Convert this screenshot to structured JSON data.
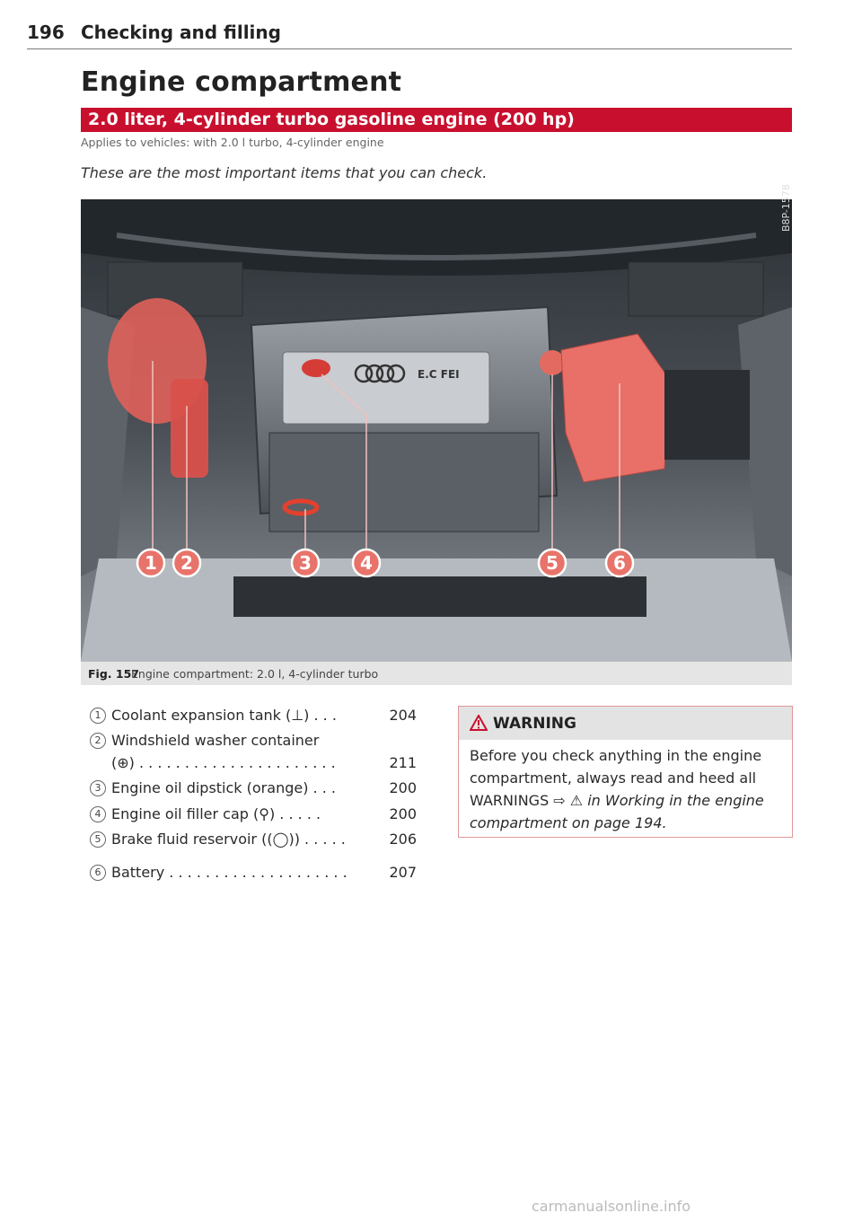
{
  "header": {
    "page_number": "196",
    "section_title": "Checking and filling"
  },
  "main_title": "Engine compartment",
  "subsection": {
    "title": "2.0 liter, 4-cylinder turbo gasoline engine (200 hp)",
    "applies_to": "Applies to vehicles: with 2.0 l turbo, 4-cylinder engine"
  },
  "intro": "These are the most important items that you can check.",
  "figure": {
    "code": "B8P-1578",
    "callouts": [
      "1",
      "2",
      "3",
      "4",
      "5",
      "6"
    ],
    "badge_text": "E.C FEI",
    "caption_label": "Fig. 157",
    "caption_text": "Engine compartment: 2.0 l, 4-cylinder turbo"
  },
  "items": [
    {
      "num": "1",
      "text": "Coolant expansion tank (⊥) . . .",
      "page": "204"
    },
    {
      "num": "2",
      "text": "Windshield washer container",
      "page": ""
    },
    {
      "num": "",
      "text": "(⊕) . . . . . . . . . . . . . . . . . . . . . .",
      "page": "211"
    },
    {
      "num": "3",
      "text": "Engine oil dipstick (orange) . . .",
      "page": "200"
    },
    {
      "num": "4",
      "text": "Engine oil filler cap (⚲) . . . . .",
      "page": "200"
    },
    {
      "num": "5",
      "text": "Brake fluid reservoir ((◯)) . . . . .",
      "page": "206"
    },
    {
      "num": "6",
      "text": "Battery . . . . . . . . . . . . . . . . . . . .",
      "page": "207"
    }
  ],
  "warning": {
    "title": "WARNING",
    "line1": "Before you check anything in the engine",
    "line2": "compartment, always read and heed all",
    "line3_prefix": "WARNINGS ⇨ ⚠ ",
    "line3_italic": "in Working in the engine",
    "line4": "compartment on page 194."
  },
  "footer": {
    "url": "carmanualsonline.info"
  },
  "colors": {
    "accent_red": "#c8102e",
    "highlight_red": "#e0605a"
  }
}
